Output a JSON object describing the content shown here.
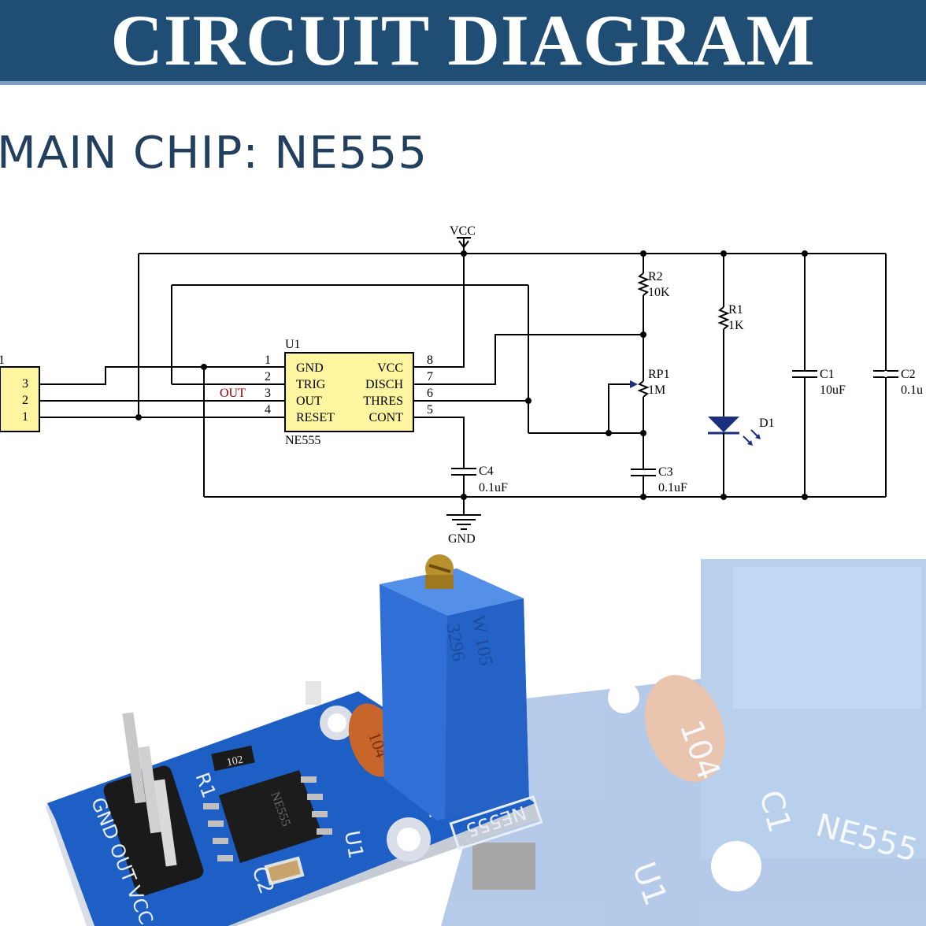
{
  "header": {
    "title": "CIRCUIT DIAGRAM"
  },
  "subtitle": "MAIN CHIP: NE555",
  "schematic": {
    "vcc_label": "VCC",
    "gnd_label": "GND",
    "connector": {
      "ref": "1",
      "pins": [
        "3",
        "2",
        "1"
      ]
    },
    "chip": {
      "ref": "U1",
      "part": "NE555",
      "left_pins": [
        {
          "num": "1",
          "name": "GND"
        },
        {
          "num": "2",
          "name": "TRIG"
        },
        {
          "num": "3",
          "name": "OUT"
        },
        {
          "num": "4",
          "name": "RESET"
        }
      ],
      "right_pins": [
        {
          "num": "8",
          "name": "VCC"
        },
        {
          "num": "7",
          "name": "DISCH"
        },
        {
          "num": "6",
          "name": "THRES"
        },
        {
          "num": "5",
          "name": "CONT"
        }
      ]
    },
    "out_net_label": "OUT",
    "components": {
      "r2": {
        "ref": "R2",
        "value": "10K"
      },
      "rp1": {
        "ref": "RP1",
        "value": "1M"
      },
      "r1": {
        "ref": "R1",
        "value": "1K"
      },
      "d1": {
        "ref": "D1"
      },
      "c1": {
        "ref": "C1",
        "value": "10uF"
      },
      "c2": {
        "ref": "C2",
        "value": "0.1u"
      },
      "c3": {
        "ref": "C3",
        "value": "0.1uF"
      },
      "c4": {
        "ref": "C4",
        "value": "0.1uF"
      }
    }
  },
  "photo": {
    "header_pins": "GND OUT VCC",
    "r1_label": "R1",
    "c1_label": "C1",
    "c2_label": "C2",
    "u1_label": "U1",
    "board_label": "NE555",
    "chip_marking": "NE555",
    "resistor_code": "102",
    "cap_code": "104",
    "pot_marking_1": "W 105",
    "pot_marking_2": "3296",
    "ghost_u1_label": "U1",
    "ghost_c1_label": "C1",
    "ghost_board_label": "NE555",
    "ghost_cap_code": "104"
  }
}
